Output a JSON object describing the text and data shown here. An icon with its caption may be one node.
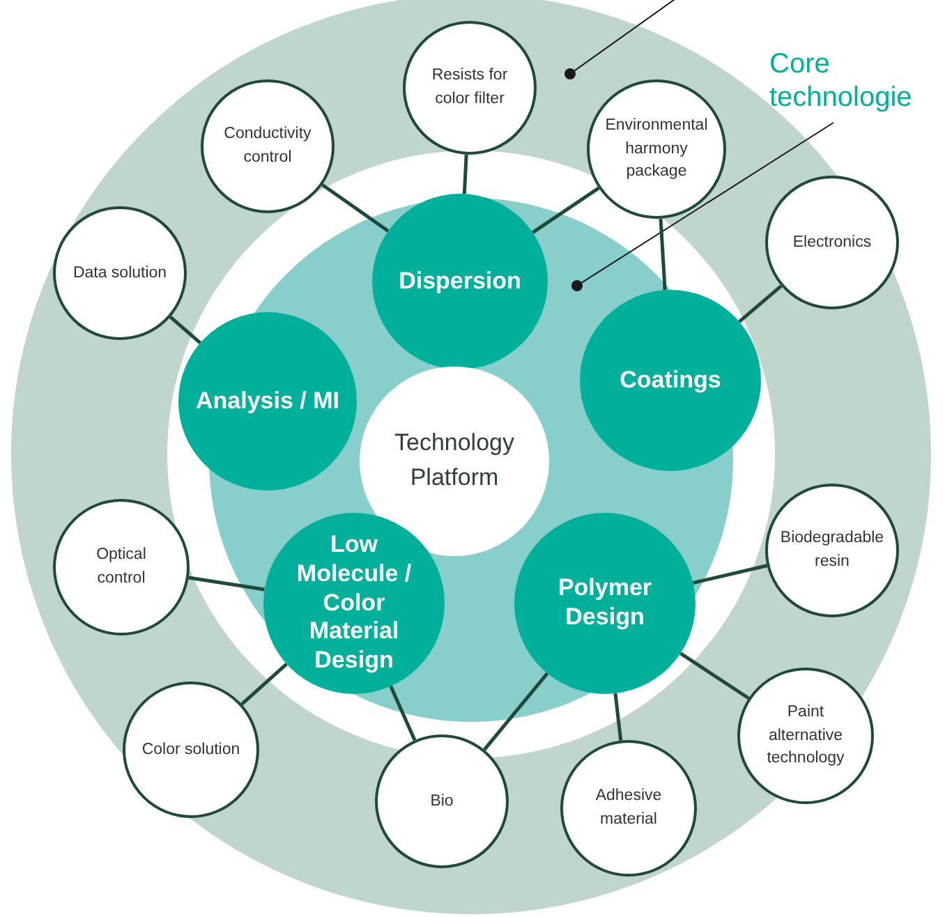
{
  "diagram": {
    "nodes": [
      {
        "text": [
          "Core technologie"
        ]
      },
      {
        "text": [
          "Resists for color filter"
        ]
      },
      {
        "text": [
          "Conductivity control"
        ]
      },
      {
        "text": [
          "Environmental harmony package"
        ]
      },
      {
        "text": [
          "Electronics"
        ]
      },
      {
        "text": [
          "Data solution"
        ]
      },
      {
        "text": [
          "Dispersion"
        ]
      },
      {
        "text": [
          "Analysis / MI"
        ]
      },
      {
        "text": [
          "Technology Platform"
        ]
      },
      {
        "text": [
          "Coatings"
        ]
      },
      {
        "text": [
          "Optical control"
        ]
      },
      {
        "text": [
          "Biodegradable resin"
        ]
      },
      {
        "text": [
          "Low Molecule / Color Material Design"
        ]
      },
      {
        "text": [
          "Polymer Design"
        ]
      },
      {
        "text": [
          "Color solution"
        ]
      },
      {
        "text": [
          "Paint alternative technology"
        ]
      },
      {
        "text": [
          "Bio"
        ]
      },
      {
        "text": [
          "Adhesive material"
        ]
      },
      {
        "text": [],
        "shape": "circle"
      },
      {
        "text": [],
        "shape": "circle"
      }
    ],
    "edges": [
      {
        "from": null,
        "to": 18,
        "arrow": "none"
      },
      {
        "from": 0,
        "to": 19,
        "arrow": "none"
      },
      {
        "from": 1,
        "to": 6,
        "arrow": "none"
      },
      {
        "from": 2,
        "to": 6,
        "arrow": "none"
      },
      {
        "from": 3,
        "to": 6,
        "arrow": "none"
      },
      {
        "from": 3,
        "to": 9,
        "arrow": "none"
      },
      {
        "from": 4,
        "to": 9,
        "arrow": "none"
      },
      {
        "from": 5,
        "to": 7,
        "arrow": "none"
      },
      {
        "from": 10,
        "to": 12,
        "arrow": "none"
      },
      {
        "from": 11,
        "to": 13,
        "arrow": "none"
      },
      {
        "from": 14,
        "to": 12,
        "arrow": "none"
      },
      {
        "from": 15,
        "to": 13,
        "arrow": "none"
      },
      {
        "from": 16,
        "to": 12,
        "arrow": "none"
      },
      {
        "from": 16,
        "to": 13,
        "arrow": "none"
      },
      {
        "from": 17,
        "to": 13,
        "arrow": "none"
      }
    ]
  }
}
